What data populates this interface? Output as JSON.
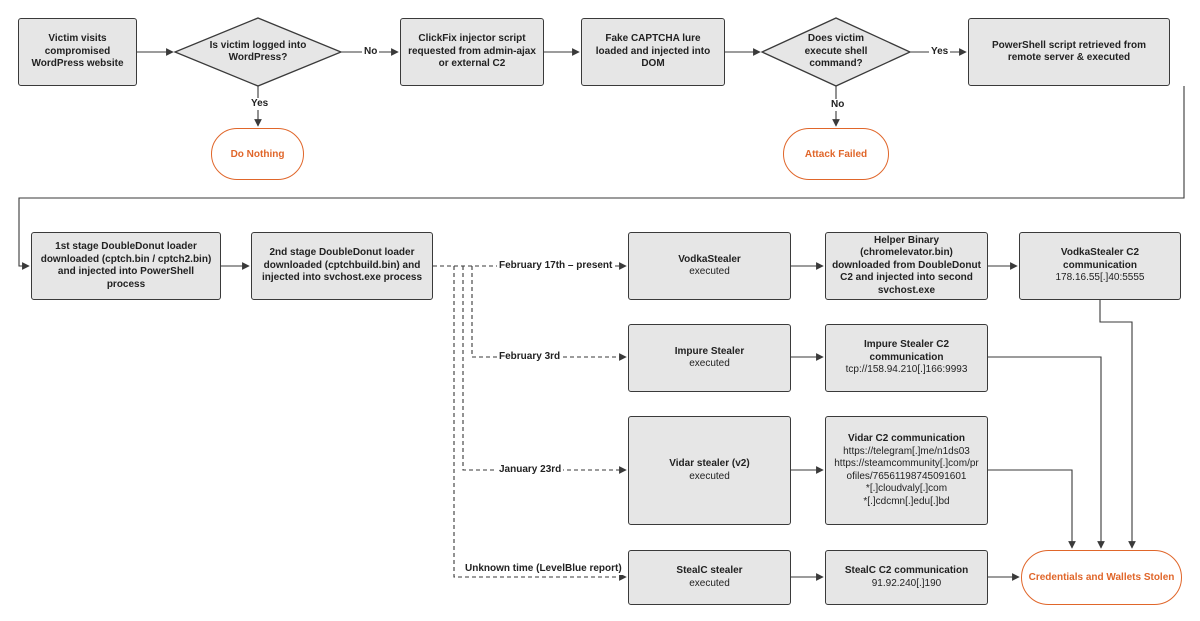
{
  "nodes": {
    "victim_visits": "Victim visits compromised WordPress website",
    "logged_in_q": "Is victim logged into WordPress?",
    "clickfix_injector": "ClickFix injector script requested from admin-ajax or external C2",
    "fake_captcha": "Fake CAPTCHA lure loaded and injected into DOM",
    "execute_q": "Does victim execute shell command?",
    "powershell_retrieved": "PowerShell script retrieved from remote server & executed",
    "do_nothing": "Do Nothing",
    "attack_failed": "Attack Failed",
    "stage1_loader": "1st stage DoubleDonut loader downloaded (cptch.bin / cptch2.bin) and injected into PowerShell process",
    "stage2_loader": "2nd stage DoubleDonut loader downloaded (cptchbuild.bin) and injected into svchost.exe process",
    "vodka_title": "VodkaStealer",
    "vodka_sub": "executed",
    "helper_binary": "Helper Binary (chromelevator.bin) downloaded from DoubleDonut C2 and injected into second svchost.exe",
    "vodka_c2_title": "VodkaStealer C2 communication",
    "vodka_c2_value": "178.16.55[.]40:5555",
    "impure_title": "Impure Stealer",
    "impure_sub": "executed",
    "impure_c2_title": "Impure Stealer C2 communication",
    "impure_c2_value": "tcp://158.94.210[.]166:9993",
    "vidar_title": "Vidar stealer (v2)",
    "vidar_sub": "executed",
    "vidar_c2_title": "Vidar C2 communication",
    "vidar_c2_line1": "https://telegram[.]me/n1ds03",
    "vidar_c2_line2": "https://steamcommunity[.]com/profiles/76561198745091601",
    "vidar_c2_line3": "*[.]cloudvaly[.]com",
    "vidar_c2_line4": "*[.]cdcmn[.]edu[.]bd",
    "stealc_title": "StealC stealer",
    "stealc_sub": "executed",
    "stealc_c2_title": "StealC C2 communication",
    "stealc_c2_value": "91.92.240[.]190",
    "credentials_stolen": "Credentials and Wallets Stolen"
  },
  "edge_labels": {
    "no_1": "No",
    "yes_1": "Yes",
    "yes_2": "Yes",
    "no_2": "No",
    "feb17": "February 17th – present",
    "feb3": "February 3rd",
    "jan23": "January 23rd",
    "unknown": "Unknown time (LevelBlue report)"
  },
  "colors": {
    "box_fill": "#e6e6e6",
    "box_border": "#3a3a3a",
    "terminal_accent": "#e0662a"
  }
}
